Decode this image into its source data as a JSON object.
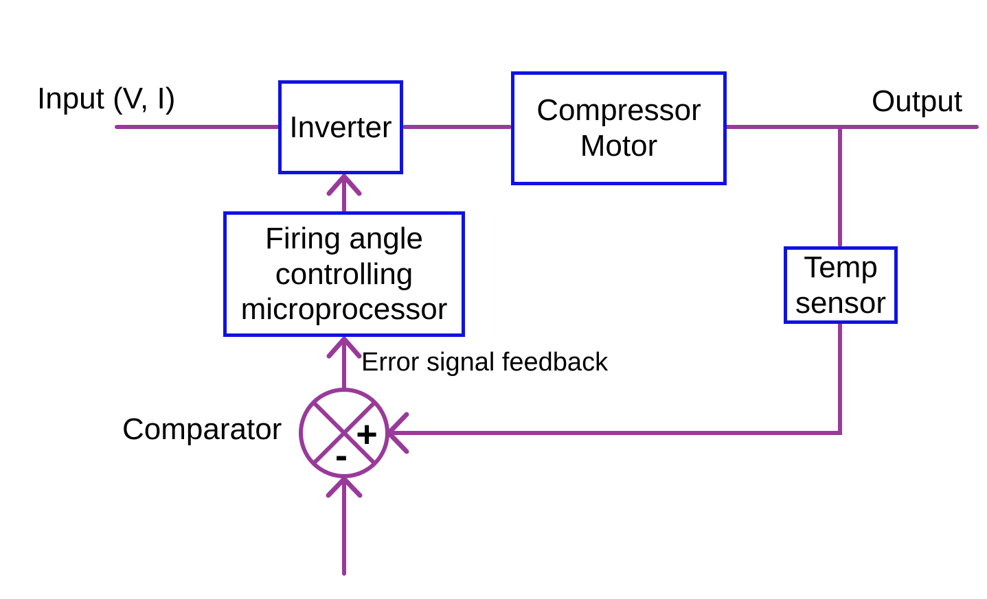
{
  "labels": {
    "input": "Input (V, I)",
    "output": "Output",
    "comparator": "Comparator",
    "error_feedback": "Error signal feedback",
    "plus": "+",
    "minus": "-"
  },
  "blocks": {
    "inverter": {
      "lines": [
        "Inverter"
      ]
    },
    "compressor_motor": {
      "lines": [
        "Compressor",
        "Motor"
      ]
    },
    "temp_sensor": {
      "lines": [
        "Temp",
        "sensor"
      ]
    },
    "firing_angle": {
      "lines": [
        "Firing angle",
        "controlling",
        "microprocessor"
      ]
    }
  },
  "colors": {
    "connector": "#993a9a",
    "block_border": "#1012e0",
    "text": "#000000",
    "background": "#ffffff"
  }
}
